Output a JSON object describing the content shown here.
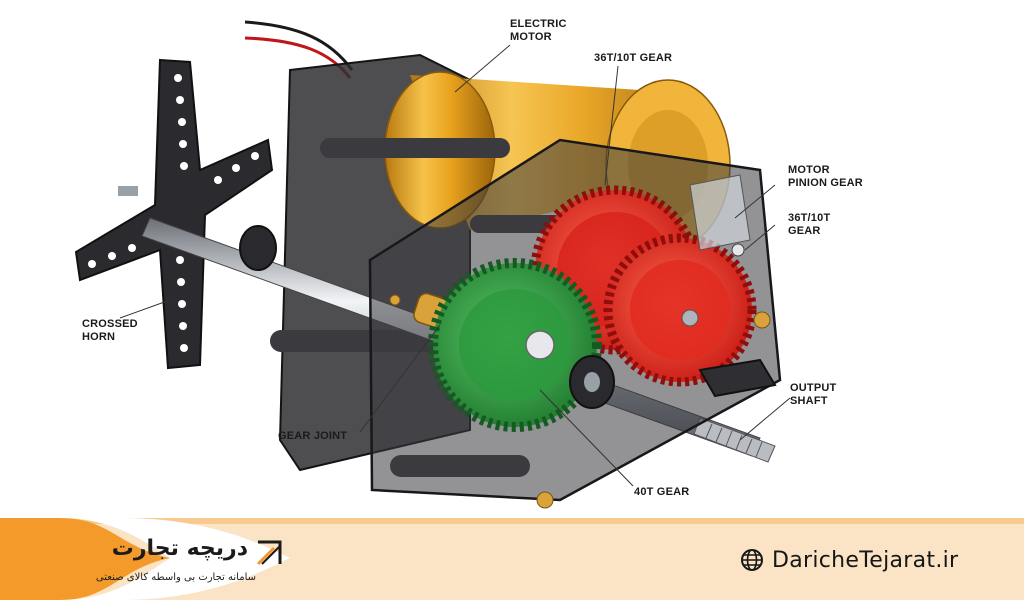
{
  "labels": {
    "electric_motor": "ELECTRIC\nMOTOR",
    "gear_36_10_top": "36T/10T GEAR",
    "motor_pinion_gear": "MOTOR\nPINION GEAR",
    "gear_36_10_right": "36T/10T\nGEAR",
    "crossed_horn": "CROSSED\nHORN",
    "output_shaft": "OUTPUT\nSHAFT",
    "gear_joint": "GEAR JOINT",
    "gear_40t": "40T GEAR"
  },
  "footer": {
    "brand_name": "دریچه تجارت",
    "brand_tagline": "سامانه تجارت بی واسطه کالای صنعتی",
    "website": "DaricheTejarat.ir"
  },
  "icons": {
    "brand": "diamond-logo-icon",
    "website": "globe-icon"
  },
  "colors": {
    "footer_bg": "#fbe3c5",
    "footer_accent": "#f39a2b",
    "motor": "#e8a21c",
    "gear_red": "#e5261f",
    "gear_green": "#2d9a3e",
    "frame": "#2f2f33"
  }
}
